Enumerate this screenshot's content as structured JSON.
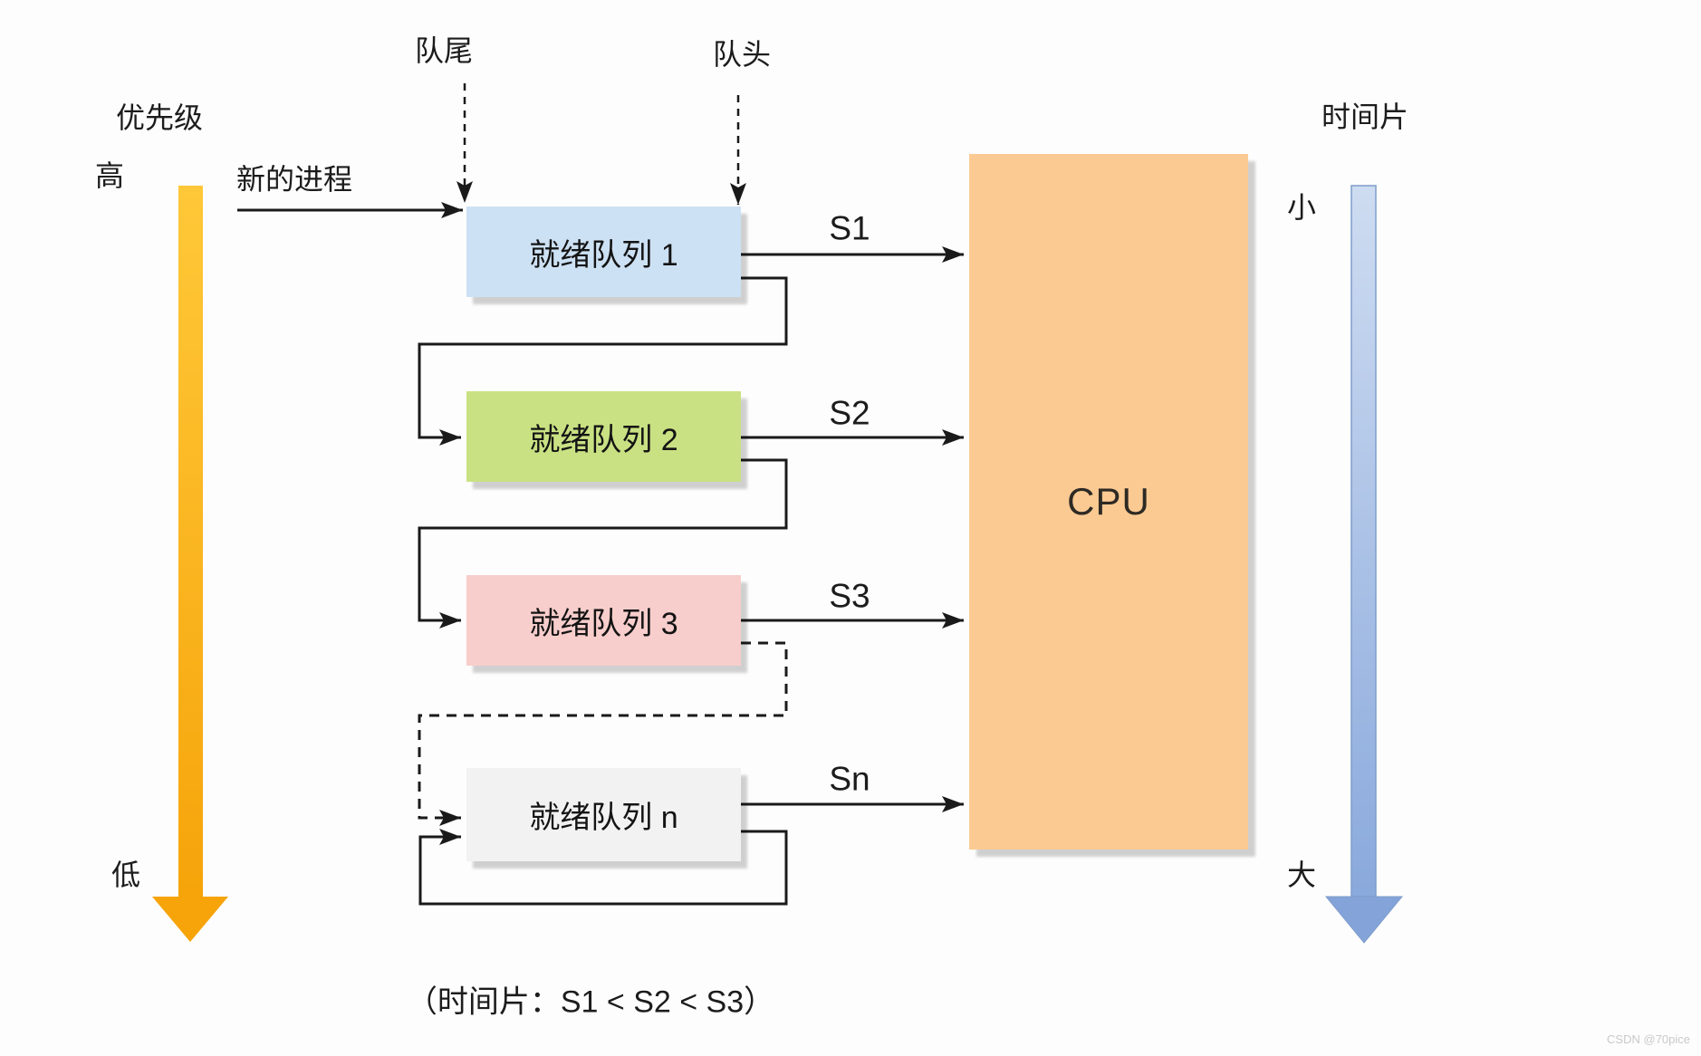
{
  "title_labels": {
    "priority": "优先级",
    "priority_high": "高",
    "priority_low": "低",
    "queue_tail": "队尾",
    "queue_head": "队头",
    "new_process": "新的进程",
    "time_slice": "时间片",
    "time_slice_small": "小",
    "time_slice_large": "大"
  },
  "queues": [
    {
      "label": "就绪队列 1",
      "slice": "S1",
      "color": "#cde1f4"
    },
    {
      "label": "就绪队列 2",
      "slice": "S2",
      "color": "#c9e183"
    },
    {
      "label": "就绪队列 3",
      "slice": "S3",
      "color": "#f8cecc"
    },
    {
      "label": "就绪队列 n",
      "slice": "Sn",
      "color": "#f2f2f2"
    }
  ],
  "cpu": {
    "label": "CPU",
    "color": "#fbca93"
  },
  "caption": "（时间片：S1 < S2 < S3）",
  "watermark": "CSDN @70pice",
  "colors": {
    "priority_arrow_top": "#ffc838",
    "priority_arrow_bottom": "#f6a40a",
    "time_arrow_top": "#cedcf1",
    "time_arrow_bottom": "#8aa9dc",
    "time_arrow_stroke": "#7f9dcc",
    "wire": "#1a1a1a"
  }
}
